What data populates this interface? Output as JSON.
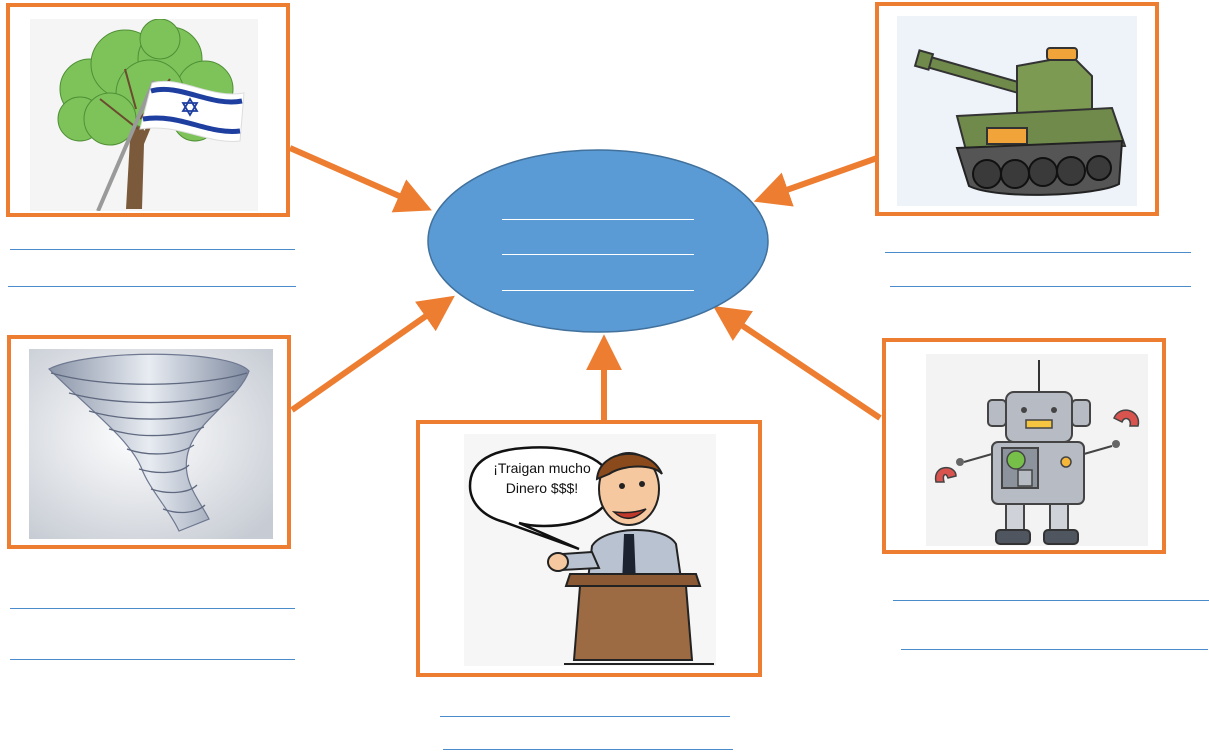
{
  "center": {
    "fill": "#5B9BD5",
    "stroke": "#41719C",
    "blank_lines": 3
  },
  "frame_color": "#ED7D31",
  "arrow_color": "#ED7D31",
  "line_color": "#4A8CCB",
  "panels": [
    {
      "id": "tree-flag",
      "icon": "tree-with-flag-icon"
    },
    {
      "id": "tank",
      "icon": "tank-icon"
    },
    {
      "id": "tornado",
      "icon": "tornado-icon"
    },
    {
      "id": "politician",
      "icon": "politician-at-podium-icon",
      "speech": {
        "line1": "¡Traigan mucho",
        "line2": "Dinero $$$!"
      }
    },
    {
      "id": "robot",
      "icon": "robot-icon"
    }
  ]
}
